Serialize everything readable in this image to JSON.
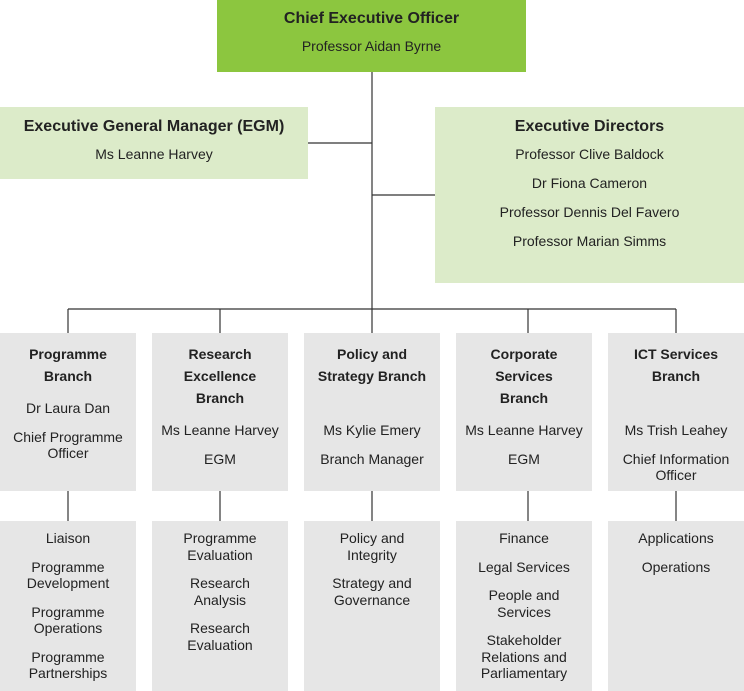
{
  "ceo": {
    "title": "Chief Executive Officer",
    "name": "Professor Aidan Byrne"
  },
  "egm": {
    "title": "Executive General Manager (EGM)",
    "name": "Ms Leanne Harvey"
  },
  "directors": {
    "title": "Executive Directors",
    "names": [
      "Professor Clive Baldock",
      "Dr Fiona Cameron",
      "Professor Dennis Del Favero",
      "Professor Marian Simms"
    ]
  },
  "branches": [
    {
      "title": [
        "Programme",
        "Branch"
      ],
      "person": "Dr Laura Dan",
      "role": [
        "Chief Programme",
        "Officer"
      ],
      "subunits": [
        [
          "Liaison"
        ],
        [
          "Programme",
          "Development"
        ],
        [
          "Programme",
          "Operations"
        ],
        [
          "Programme",
          "Partnerships"
        ]
      ]
    },
    {
      "title": [
        "Research",
        "Excellence",
        "Branch"
      ],
      "person": "Ms Leanne Harvey",
      "role": [
        "EGM"
      ],
      "subunits": [
        [
          "Programme",
          "Evaluation"
        ],
        [
          "Research",
          "Analysis"
        ],
        [
          "Research",
          "Evaluation"
        ]
      ]
    },
    {
      "title": [
        "Policy and",
        "Strategy Branch"
      ],
      "person": "Ms Kylie Emery",
      "role": [
        "Branch Manager"
      ],
      "subunits": [
        [
          "Policy and",
          "Integrity"
        ],
        [
          "Strategy and",
          "Governance"
        ]
      ]
    },
    {
      "title": [
        "Corporate",
        "Services",
        "Branch"
      ],
      "person": "Ms Leanne Harvey",
      "role": [
        "EGM"
      ],
      "subunits": [
        [
          "Finance"
        ],
        [
          "Legal Services"
        ],
        [
          "People and",
          "Services"
        ],
        [
          "Stakeholder",
          "Relations and",
          "Parliamentary"
        ]
      ]
    },
    {
      "title": [
        "ICT Services",
        "Branch"
      ],
      "person": "Ms Trish Leahey",
      "role": [
        "Chief Information",
        "Officer"
      ],
      "subunits": [
        [
          "Applications"
        ],
        [
          "Operations"
        ]
      ]
    }
  ],
  "colors": {
    "ceo": "#8cc63f",
    "exec": "#dcebc9",
    "branch": "#e6e6e6",
    "line": "#333333"
  }
}
